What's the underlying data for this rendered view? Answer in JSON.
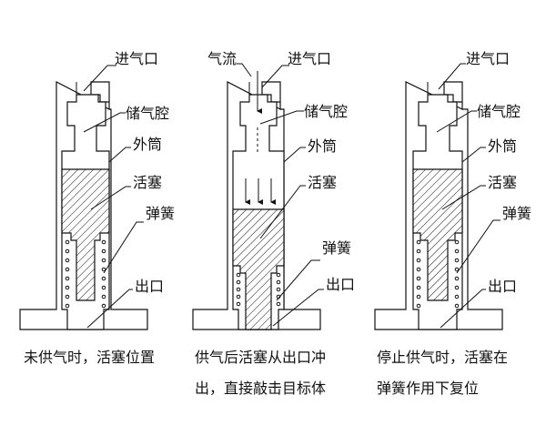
{
  "panels": [
    {
      "inlet_label": "进气口",
      "chamber_label": "储气腔",
      "outer_tube_label": "外筒",
      "piston_label": "活塞",
      "spring_label": "弹簧",
      "outlet_label": "出口",
      "caption_line1": "未供气时，活塞位置",
      "caption_line2": ""
    },
    {
      "flow_label": "气流",
      "inlet_label": "进气口",
      "chamber_label": "储气腔",
      "outer_tube_label": "外筒",
      "piston_label": "活塞",
      "spring_label": "弹簧",
      "outlet_label": "出口",
      "caption_line1": "供气后活塞从出口冲",
      "caption_line2": "出，直接敲击目标体"
    },
    {
      "inlet_label": "进气口",
      "chamber_label": "储气腔",
      "outer_tube_label": "外筒",
      "piston_label": "活塞",
      "spring_label": "弹簧",
      "outlet_label": "出口",
      "caption_line1": "停止供气时，活塞在",
      "caption_line2": "弹簧作用下复位"
    }
  ]
}
